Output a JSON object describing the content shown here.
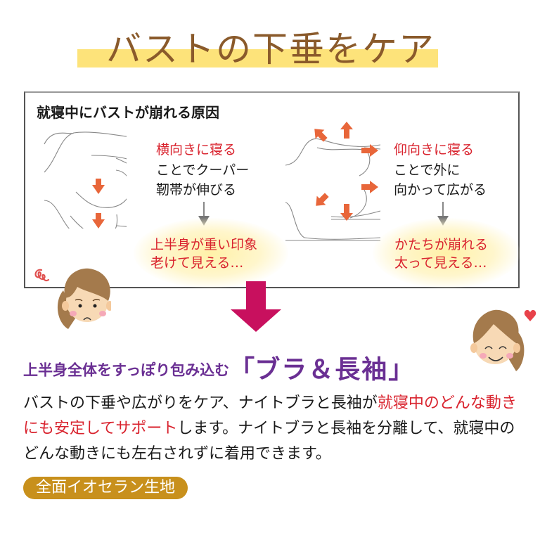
{
  "header": {
    "title": "バストの下垂をケア",
    "title_color": "#8a5a2b",
    "band_color": "#fde37a"
  },
  "cause_box": {
    "heading": "就寝中にバストが崩れる原因",
    "left": {
      "title": "横向きに寝る",
      "lines": [
        "ことでクーパー",
        "靭帯が伸びる"
      ],
      "effect": [
        "上半身が重い印象",
        "老けて見える…"
      ]
    },
    "right": {
      "title": "仰向きに寝る",
      "lines": [
        "ことで外に",
        "向かって広がる"
      ],
      "effect": [
        "かたちが崩れる",
        "太って見える…"
      ]
    },
    "accent_red": "#d9232e",
    "arrow_orange": "#e8663a"
  },
  "transition_arrow_color": "#c8105e",
  "subtitle": {
    "lead": "上半身全体をすっぽり包み込む",
    "open_bracket": "「",
    "product": "ブラ＆長袖",
    "close_bracket": "」",
    "color": "#6a2f93"
  },
  "description": {
    "part1": "バストの下垂や広がりをケア、ナイトブラと長袖が",
    "highlight": "就寝中のどんな動きにも安定してサポート",
    "part2": "します。ナイトブラと長袖を分離して、就寝中のどんな動きにも左右されずに着用できます。"
  },
  "badge": {
    "label": "全面イオセラン生地",
    "color": "#c8901c"
  },
  "icons": {
    "worried_face": "worried-woman-icon",
    "happy_face": "happy-woman-icon",
    "heart": "heart-icon",
    "squiggle": "stress-squiggle-icon"
  }
}
